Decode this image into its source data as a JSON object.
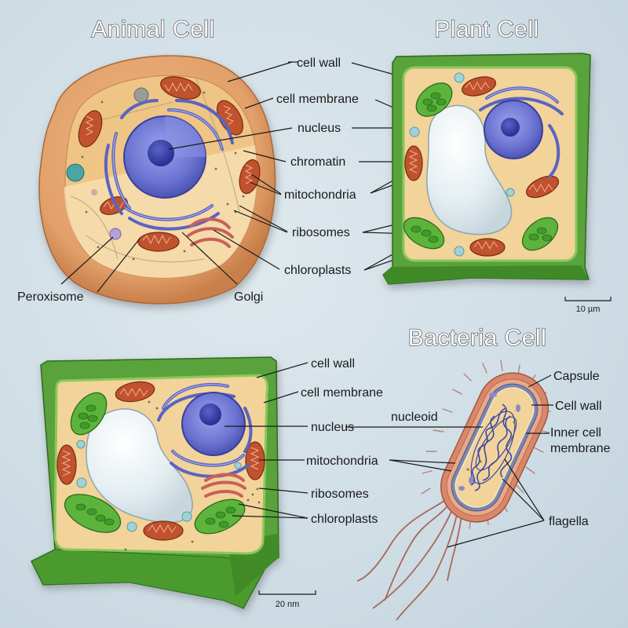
{
  "titles": {
    "animal": "Animal Cell",
    "plant": "Plant Cell",
    "bacteria": "Bacteria Cell"
  },
  "top_labels": {
    "cell_wall": "cell wall",
    "cell_membrane": "cell membrane",
    "nucleus": "nucleus",
    "chromatin": "chromatin",
    "mitochondria": "mitochondria",
    "ribosomes": "ribosomes",
    "chloroplasts": "chloroplasts",
    "peroxisome": "Peroxisome",
    "golgi": "Golgi"
  },
  "bottom_plant_labels": {
    "cell_wall": "cell wall",
    "cell_membrane": "cell membrane",
    "nucleus": "nucleus",
    "mitochondria": "mitochondria",
    "ribosomes": "ribosomes",
    "chloroplasts": "chloroplasts"
  },
  "bacteria_labels": {
    "capsule": "Capsule",
    "cell_wall": "Cell wall",
    "inner_membrane_line1": "Inner cell",
    "inner_membrane_line2": "membrane",
    "nucleoid": "nucleoid",
    "flagella": "flagella"
  },
  "scale_bars": {
    "plant_top": "10 µm",
    "plant_bottom": "20 nm"
  },
  "colors": {
    "background": "#cfdde5",
    "cell_wall_green": "#5aa23a",
    "cytoplasm": "#f2d39a",
    "mitochondria": "#c0522e",
    "nucleus": "#6a72d0",
    "animal_membrane": "#e0a06a"
  }
}
